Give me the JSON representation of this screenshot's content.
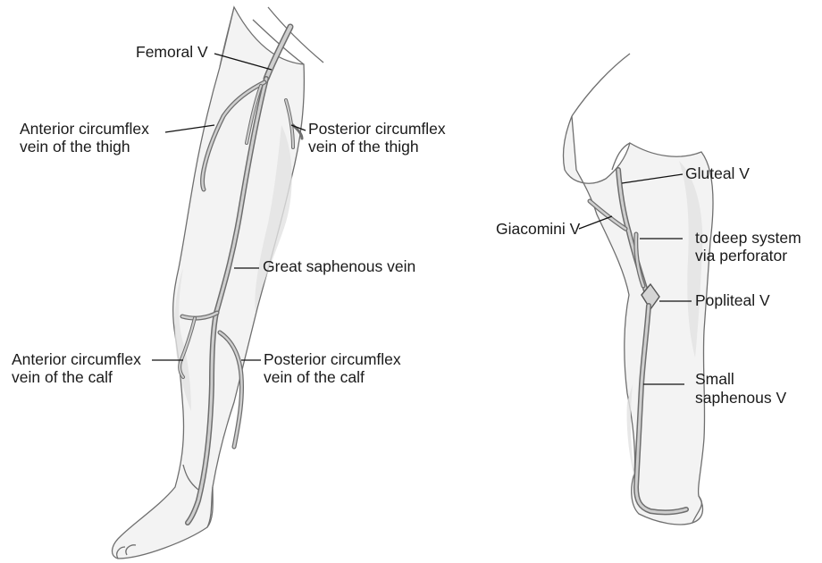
{
  "left_leg": {
    "femoral_v": "Femoral V",
    "ant_thigh_1": "Anterior circumflex",
    "ant_thigh_2": "vein of the thigh",
    "post_thigh_1": "Posterior circumflex",
    "post_thigh_2": "vein of the thigh",
    "great_saphenous": "Great saphenous vein",
    "ant_calf_1": "Anterior circumflex",
    "ant_calf_2": "vein of the calf",
    "post_calf_1": "Posterior circumflex",
    "post_calf_2": "vein of the calf"
  },
  "right_leg": {
    "gluteal_v": "Gluteal V",
    "giacomini_v": "Giacomini V",
    "deep_system_1": "to deep system",
    "deep_system_2": "via perforator",
    "popliteal_v": "Popliteal V",
    "small_saphenous_1": "Small",
    "small_saphenous_2": "saphenous V"
  }
}
